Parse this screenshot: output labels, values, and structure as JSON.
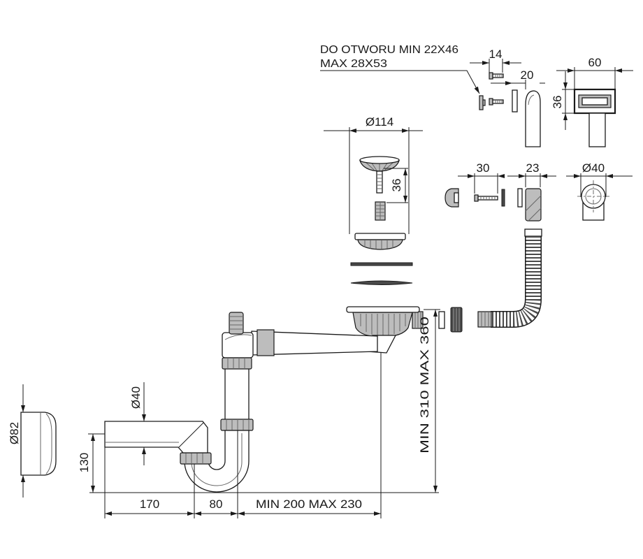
{
  "overflow_note": {
    "line1": "DO OTWORU MIN 22X46",
    "line2": "MAX 28X53"
  },
  "dimensions": {
    "overflow_screw_length": "14",
    "overflow_cover_depth": "20",
    "overflow_box_width": "60",
    "overflow_box_height": "36",
    "strainer_diameter": "Ø114",
    "strainer_plug_height": "36",
    "connector_screw_length": "30",
    "connector_elbow_depth": "23",
    "connector_diameter": "Ø40",
    "outlet_pipe_diameter": "Ø40",
    "outlet_cap_diameter": "Ø82",
    "outlet_height": "130",
    "outlet_length": "170",
    "trap_width": "80",
    "trap_offset": "MIN 200 MAX 230",
    "trap_height": "MIN 310 MAX 360"
  },
  "colors": {
    "line": "#1a1a1a",
    "shade": "#bdbdbd",
    "dark": "#4a4a4a"
  }
}
